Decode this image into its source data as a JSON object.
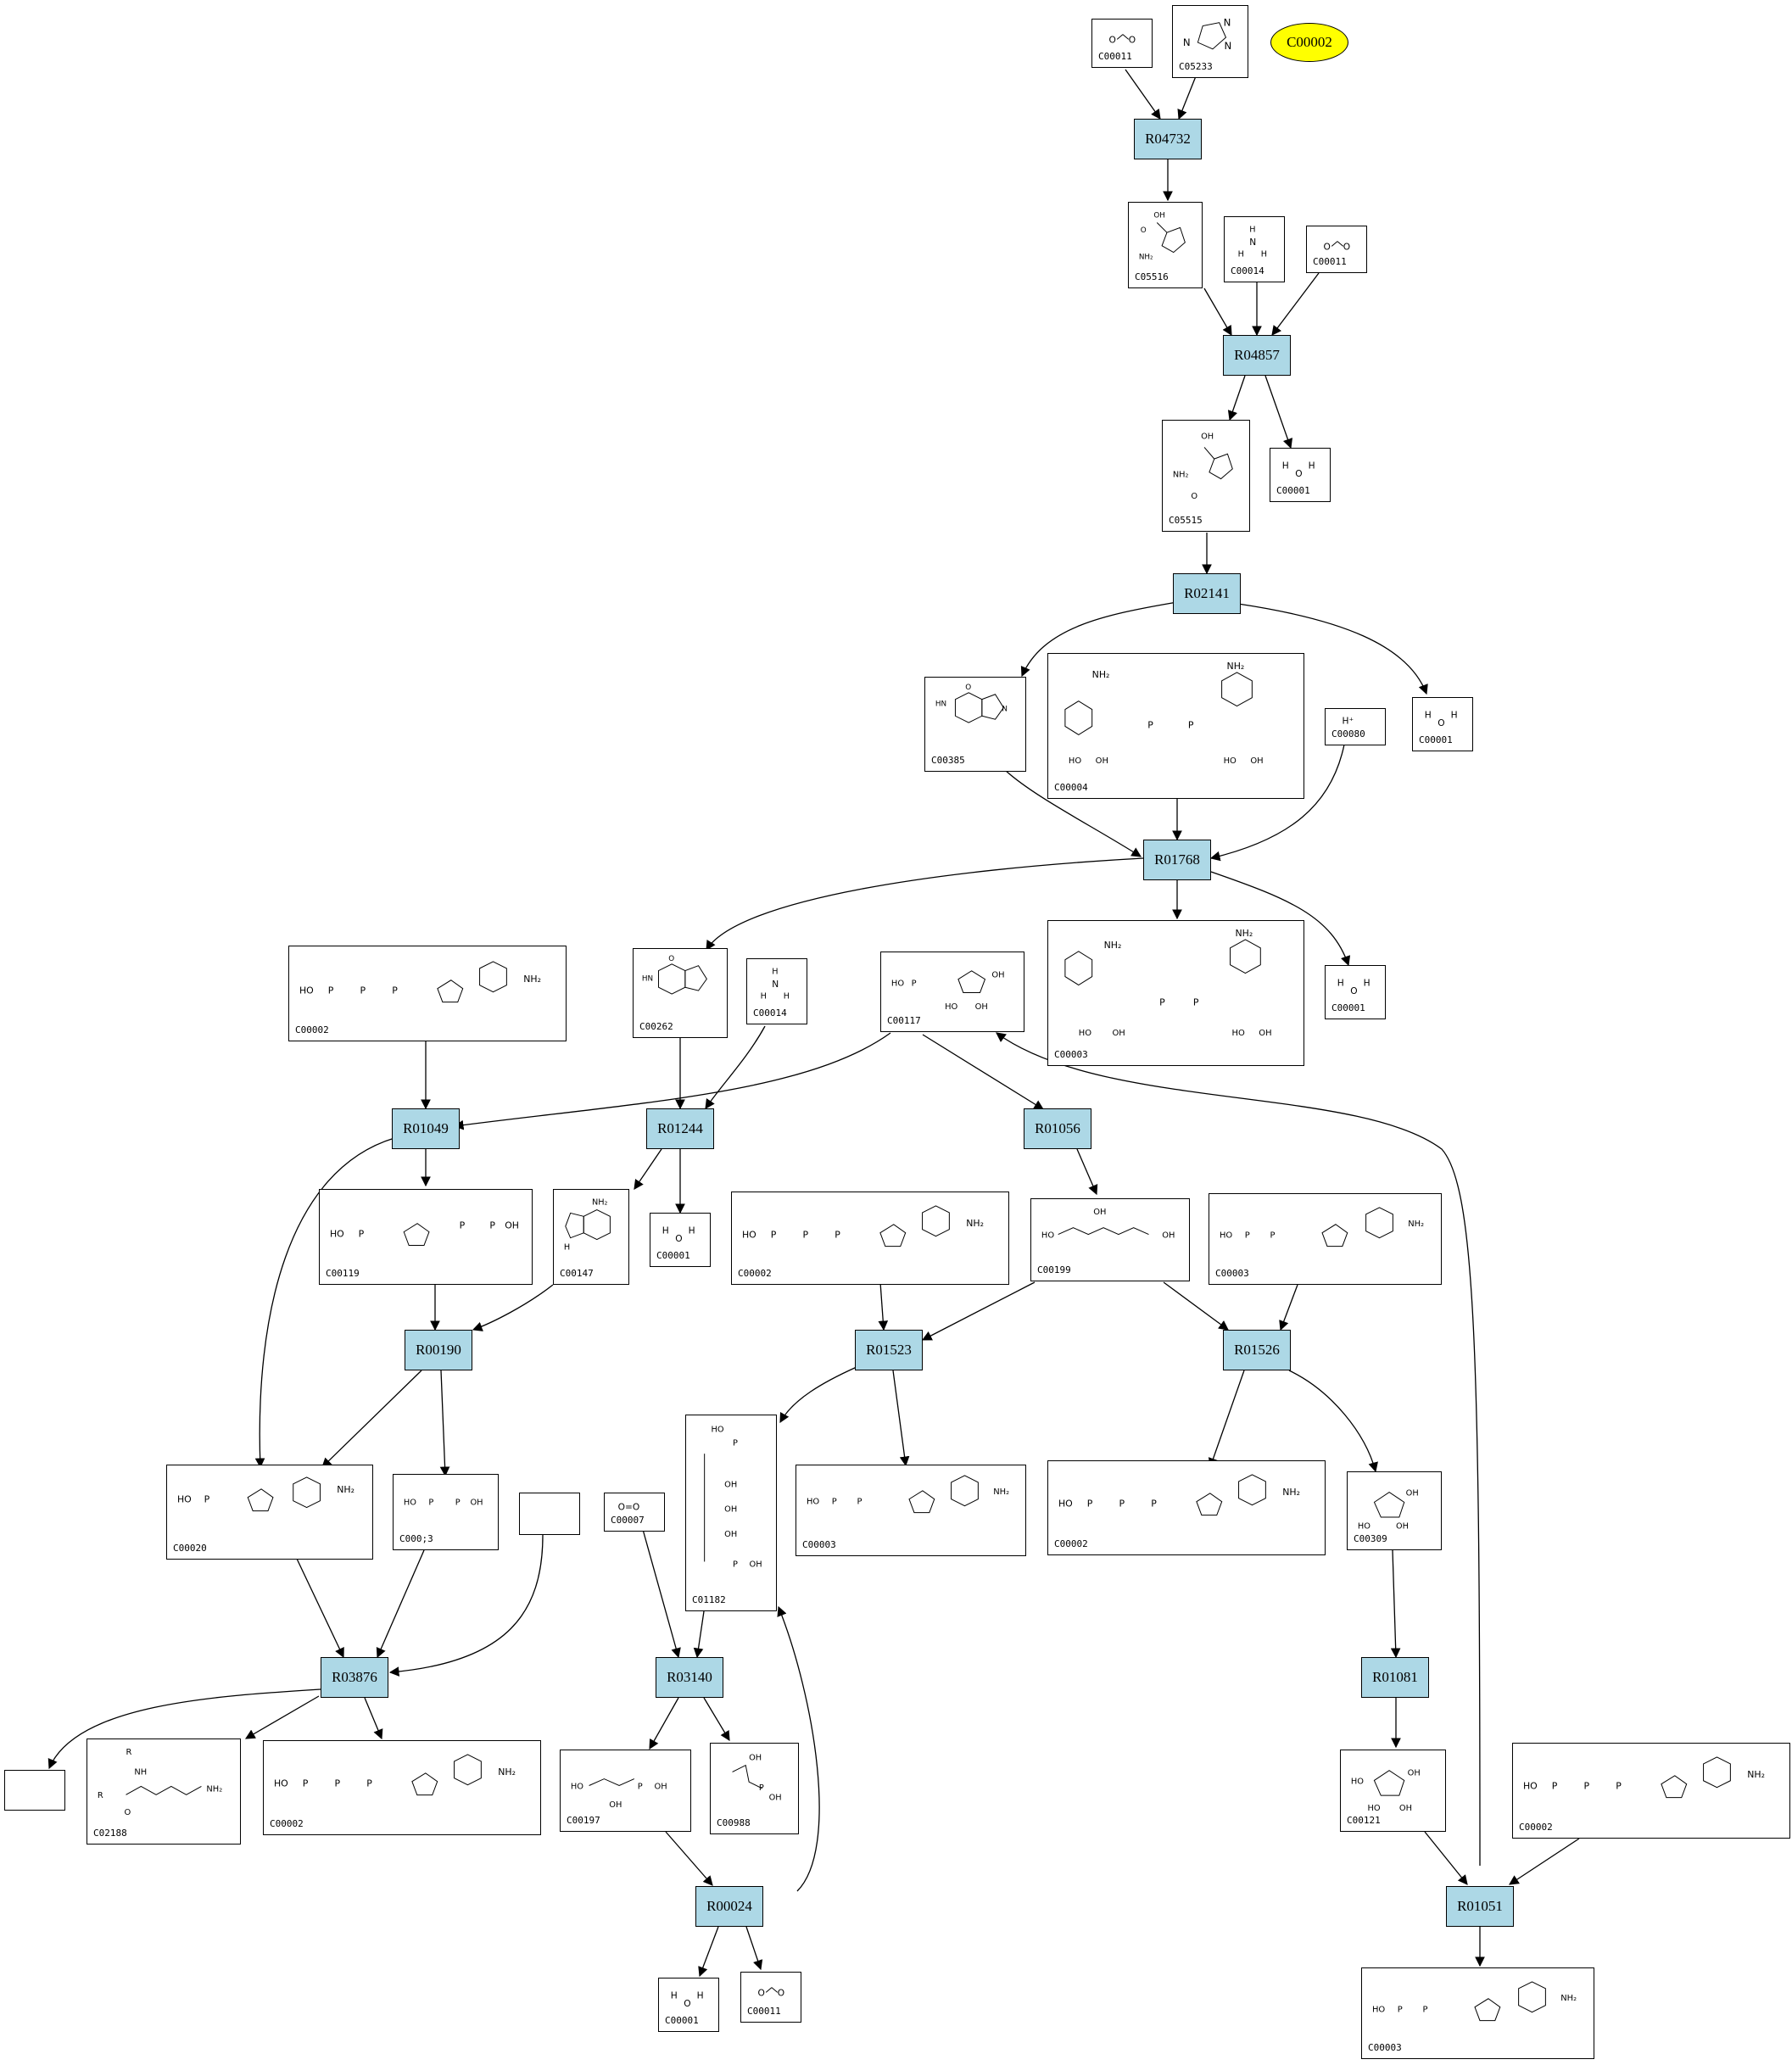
{
  "title_ellipse": {
    "label": "C00002"
  },
  "reactions": {
    "R04732": "R04732",
    "R04857": "R04857",
    "R02141": "R02141",
    "R01768": "R01768",
    "R01049": "R01049",
    "R01244": "R01244",
    "R01056": "R01056",
    "R00190": "R00190",
    "R01523": "R01523",
    "R01526": "R01526",
    "R03876": "R03876",
    "R03140": "R03140",
    "R01081": "R01081",
    "R00024": "R00024",
    "R01051": "R01051"
  },
  "compounds": {
    "c1": "C00011",
    "c2": "C05233",
    "c3": "C05516",
    "c4": "C00014",
    "c5": "C00011",
    "c6": "C05515",
    "c7": "C00001",
    "c8": "C00385",
    "c9": "C00004",
    "c10": "C00080",
    "c11": "C00001",
    "c12": "C00002",
    "c13": "C00262",
    "c14": "C00014",
    "c15": "C00117",
    "c16": "C00003",
    "c17": "C00001",
    "c18": "C00119",
    "c19": "C00147",
    "c20": "C00001",
    "c21": "C00002",
    "c22": "C00199",
    "c23": "C00003",
    "c24": "C00020",
    "c25": "C000;3",
    "c26": "",
    "c27": "C00007",
    "c28": "C01182",
    "c29": "C00003",
    "c30": "C00002",
    "c31": "C00309",
    "c32": "",
    "c33": "C02188",
    "c34": "C00002",
    "c35": "C00197",
    "c36": "C00988",
    "c37": "C00121",
    "c38": "C00002",
    "c39": "C00001",
    "c40": "C00011",
    "c41": "C00003"
  },
  "structure_labels": {
    "h2o_h": "H",
    "h2o_o": "O",
    "nh3_n": "N",
    "nh3_h": "H",
    "hplus": "H⁺",
    "o2": "O=O",
    "nh2": "NH₂",
    "oh": "OH",
    "ho": "HO",
    "p": "P",
    "o": "O",
    "n": "N",
    "hn": "HN",
    "r": "R",
    "nh": "NH",
    "h": "H"
  },
  "colors": {
    "reaction_fill": "#add8e6",
    "start_fill": "#ffff00",
    "stroke": "#000000"
  }
}
